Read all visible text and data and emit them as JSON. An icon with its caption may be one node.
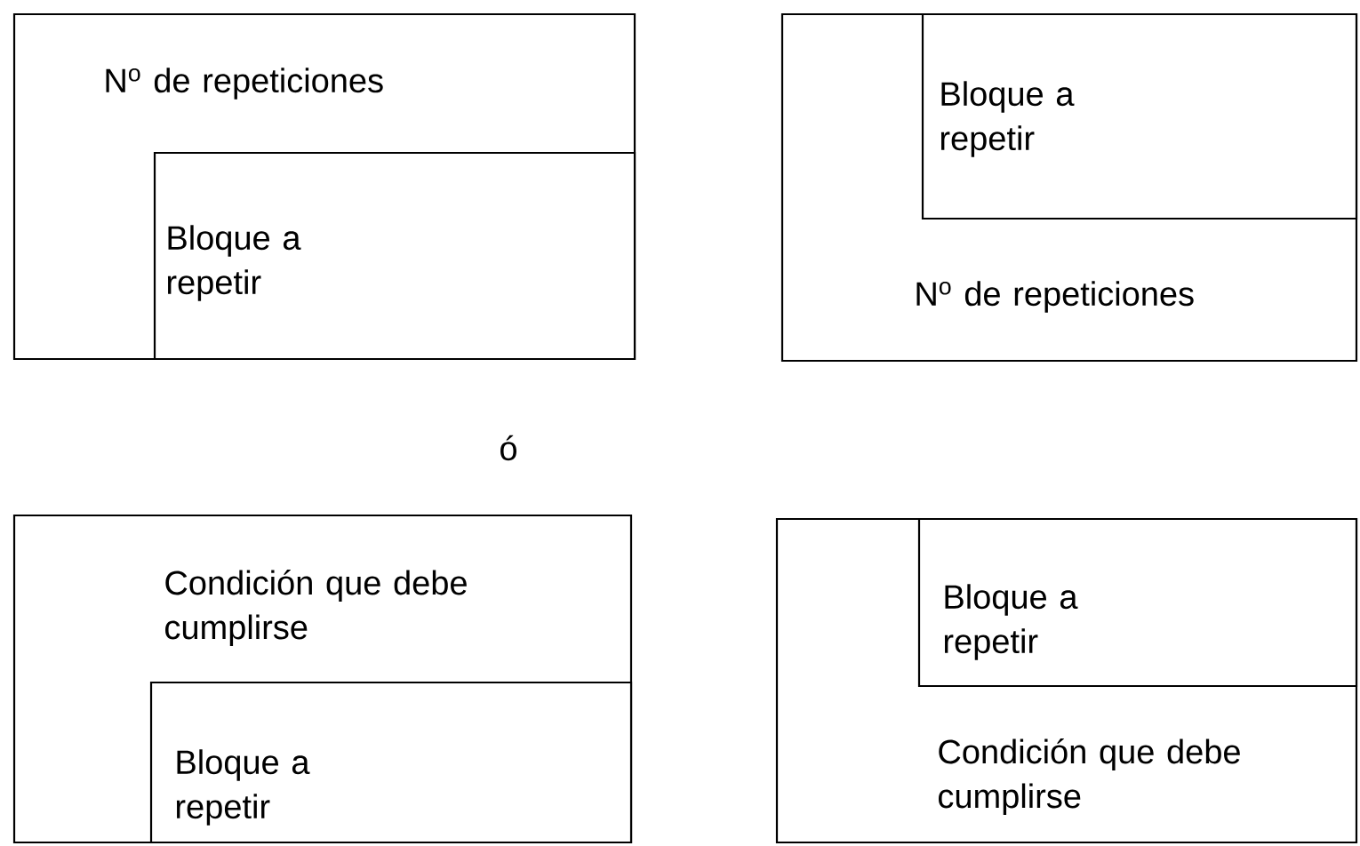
{
  "diagram": {
    "nodes": [
      {
        "text": [
          "N$^{o}$ de repeticiones"
        ]
      },
      {
        "text": [
          "Bloque a repetir"
        ],
        "in": 0
      },
      {
        "text": [
          "N$^{o}$ de repeticiones"
        ]
      },
      {
        "text": [
          "Bloque a repetir"
        ],
        "in": 2
      },
      {
        "text": [
          "Condición que debe cumplirse"
        ]
      },
      {
        "text": [
          "Bloque a repetir"
        ],
        "in": 4
      },
      {
        "text": [
          "Condición que debe cumplirse"
        ]
      },
      {
        "text": [
          "Bloque a repetir"
        ],
        "in": 6
      }
    ],
    "labels": [
      "ó"
    ]
  }
}
